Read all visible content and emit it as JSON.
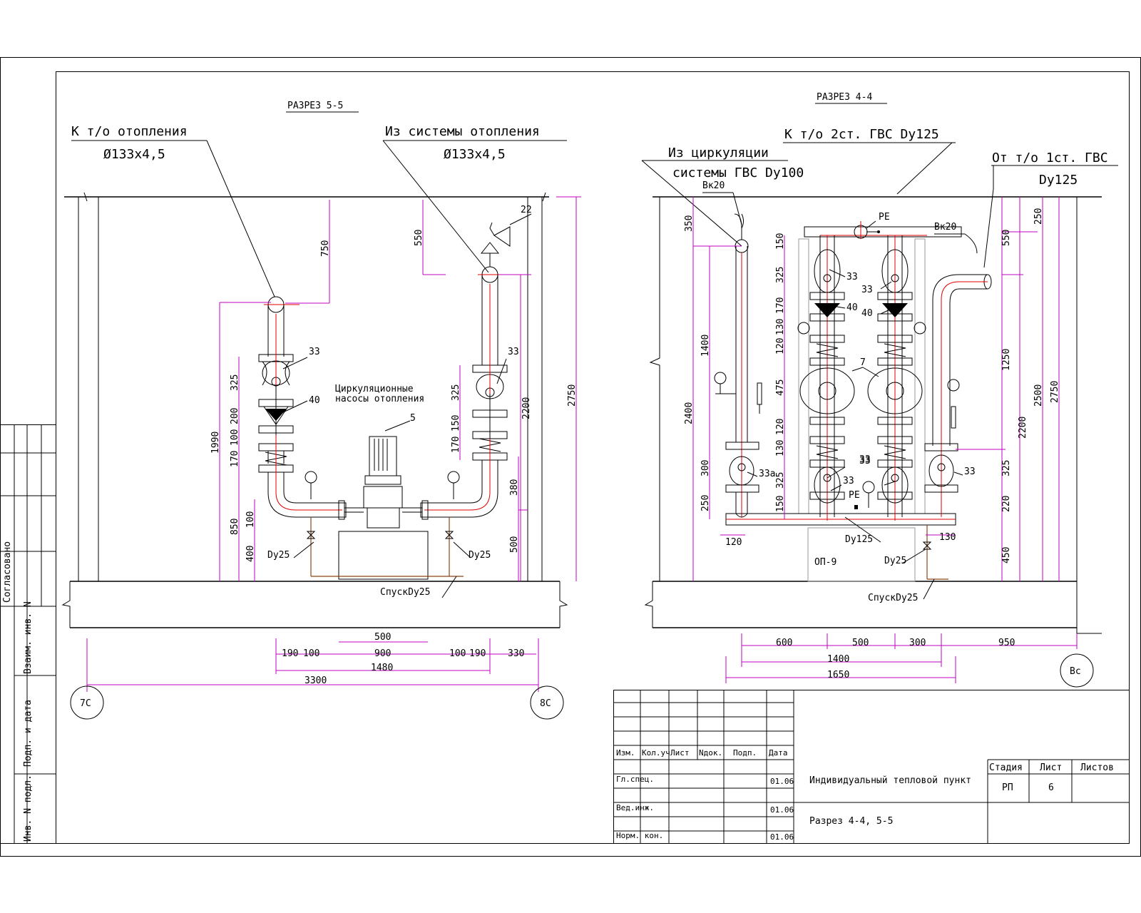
{
  "titles": {
    "left_section": "РАЗРЕЗ 5-5",
    "right_section": "РАЗРЕЗ 4-4"
  },
  "left": {
    "lbl_to_heating": "К т/о отопления",
    "pipe_size_left": "Ø133х4,5",
    "lbl_from_heating": "Из системы отопления",
    "pipe_size_right": "Ø133х4,5",
    "pumps_line1": "Циркуляционные",
    "pumps_line2": "насосы отопления",
    "tag_22": "22",
    "tag_33a": "33",
    "tag_33b": "33",
    "tag_40": "40",
    "tag_5": "5",
    "dy25_left": "Dy25",
    "dy25_right": "Dy25",
    "drain": "СпускDy25",
    "axis_left": "7С",
    "axis_right": "8С",
    "dims_v_left": [
      "1990",
      "325",
      "200",
      "100",
      "170",
      "850",
      "100",
      "400"
    ],
    "dim_750": "750",
    "dim_550": "550",
    "dims_v_right": [
      "325",
      "150",
      "170",
      "2200",
      "380",
      "500",
      "2750"
    ],
    "dims_h_row1": [
      "500"
    ],
    "dims_h_row2": [
      "190",
      "100",
      "900",
      "100",
      "190",
      "330"
    ],
    "dim_1480": "1480",
    "dim_3300": "3300"
  },
  "right": {
    "lbl_from_circ_1": "Из циркуляции",
    "lbl_from_circ_2": "системы ГВС Dy100",
    "lbl_to_2st": "К т/о 2ст. ГВС Dy125",
    "lbl_from_1st_1": "От т/о 1ст. ГВС",
    "lbl_from_1st_2": "Dy125",
    "vk20_left": "Вк20",
    "vk20_right": "Вк20",
    "pe_top": "PE",
    "pe_bottom": "PE",
    "tags": [
      "33",
      "33",
      "40",
      "40",
      "7",
      "33",
      "33",
      "33а",
      "33",
      "33"
    ],
    "dy125": "Dy125",
    "dy25": "Dy25",
    "op9": "ОП-9",
    "drain": "СпускDy25",
    "axis": "Вс",
    "dims_v_left": [
      "350",
      "1400",
      "2400",
      "300",
      "250"
    ],
    "dim_120": "120",
    "dim_130": "130",
    "dims_v_center": [
      "150",
      "325",
      "170",
      "130",
      "120",
      "475",
      "120",
      "130",
      "325",
      "150"
    ],
    "dims_v_right": [
      "250",
      "550",
      "1250",
      "2500",
      "2750",
      "2200",
      "325",
      "220",
      "450"
    ],
    "dims_h_row1": [
      "600",
      "500",
      "300",
      "950"
    ],
    "dim_1400": "1400",
    "dim_1650": "1650"
  },
  "stamp": {
    "side_agreed": "Согласовано",
    "side_vzam": "Взаим. инв. N",
    "side_podp": "Подп. и дата",
    "side_inv": "Инв. N подл.",
    "col_izm": "Изм.",
    "col_koluch": "Кол.уч",
    "col_list": "Лист",
    "col_ndok": "Nдок.",
    "col_podp": "Подп.",
    "col_data": "Дата",
    "row_glspec": "Гл.спец.",
    "row_vedinzh": "Вед.инж.",
    "row_normkon": "Норм. кон.",
    "date1": "01.06",
    "date2": "01.06",
    "date3": "01.06",
    "project_title": "Индивидуальный тепловой пункт",
    "sheet_title": "Разрез 4-4, 5-5",
    "hdr_stage": "Стадия",
    "hdr_sheet": "Лист",
    "hdr_sheets": "Листов",
    "stage": "РП",
    "sheet": "6"
  }
}
